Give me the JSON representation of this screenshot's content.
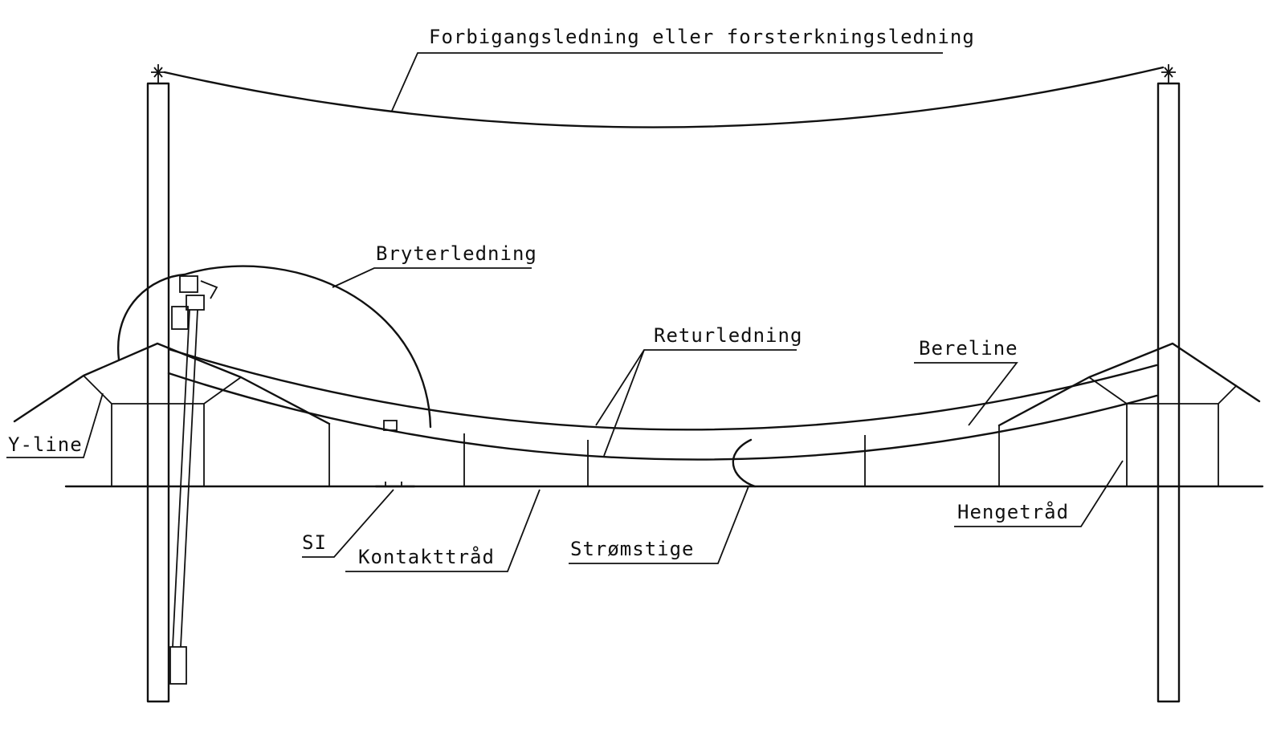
{
  "labels": {
    "forbigangsledning": "Forbigangsledning eller forsterkningsledning",
    "bryterledning": "Bryterledning",
    "returledning": "Returledning",
    "bereline": "Bereline",
    "y_line": "Y-line",
    "si": "SI",
    "kontakttrad": "Kontakttråd",
    "stromstige": "Strømstige",
    "hengetrad": "Hengetråd"
  },
  "colors": {
    "line": "#111111",
    "background": "#ffffff"
  }
}
